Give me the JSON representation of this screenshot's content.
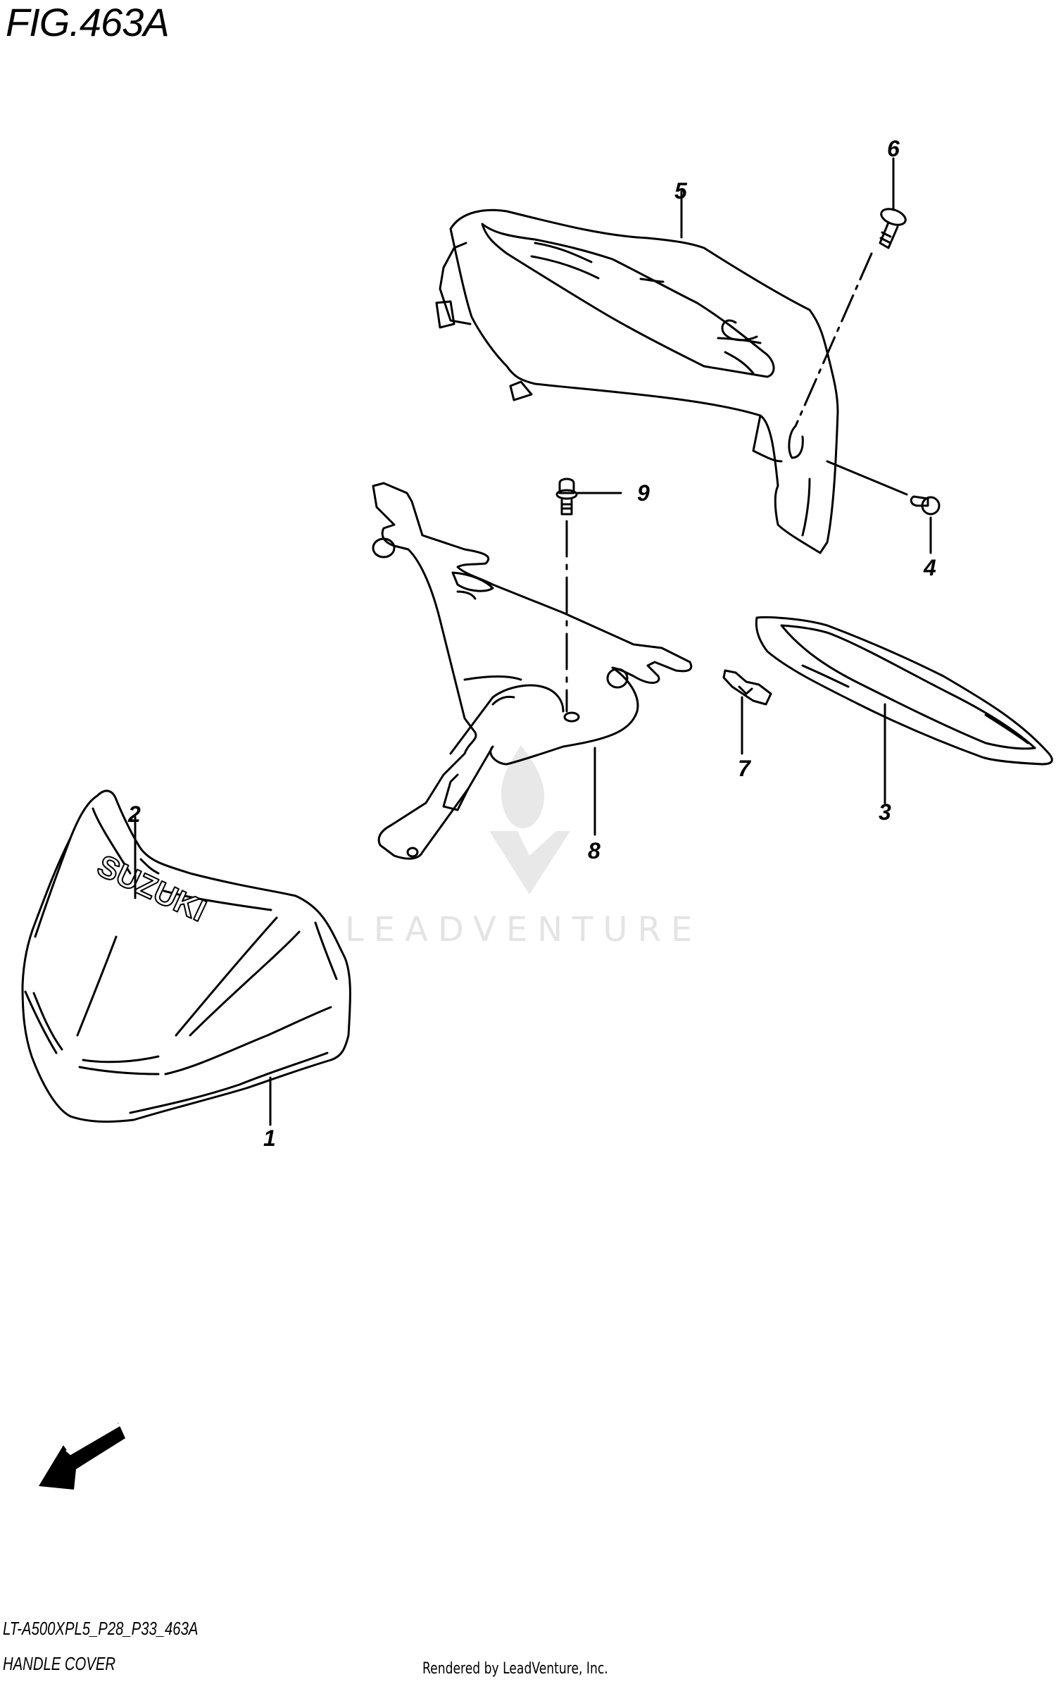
{
  "figure": {
    "title": "FIG.463A",
    "model_code": "LT-A500XPL5_P28_P33_463A",
    "section_name": "HANDLE COVER",
    "rendered_by": "Rendered by LeadVenture, Inc.",
    "watermark": "LEADVENTURE",
    "direction_indicator": "FWD"
  },
  "parts": [
    {
      "ref": "1",
      "name": "handle-cover-front"
    },
    {
      "ref": "2",
      "name": "suzuki-emblem"
    },
    {
      "ref": "3",
      "name": "cover-trim"
    },
    {
      "ref": "4",
      "name": "clip"
    },
    {
      "ref": "5",
      "name": "handle-cover-rear"
    },
    {
      "ref": "6",
      "name": "screw"
    },
    {
      "ref": "7",
      "name": "nut-clip"
    },
    {
      "ref": "8",
      "name": "bracket"
    },
    {
      "ref": "9",
      "name": "bolt"
    }
  ],
  "emblem_text": "SUZUKI",
  "colors": {
    "line": "#000000",
    "background": "#ffffff",
    "watermark": "#e4e4e4"
  }
}
